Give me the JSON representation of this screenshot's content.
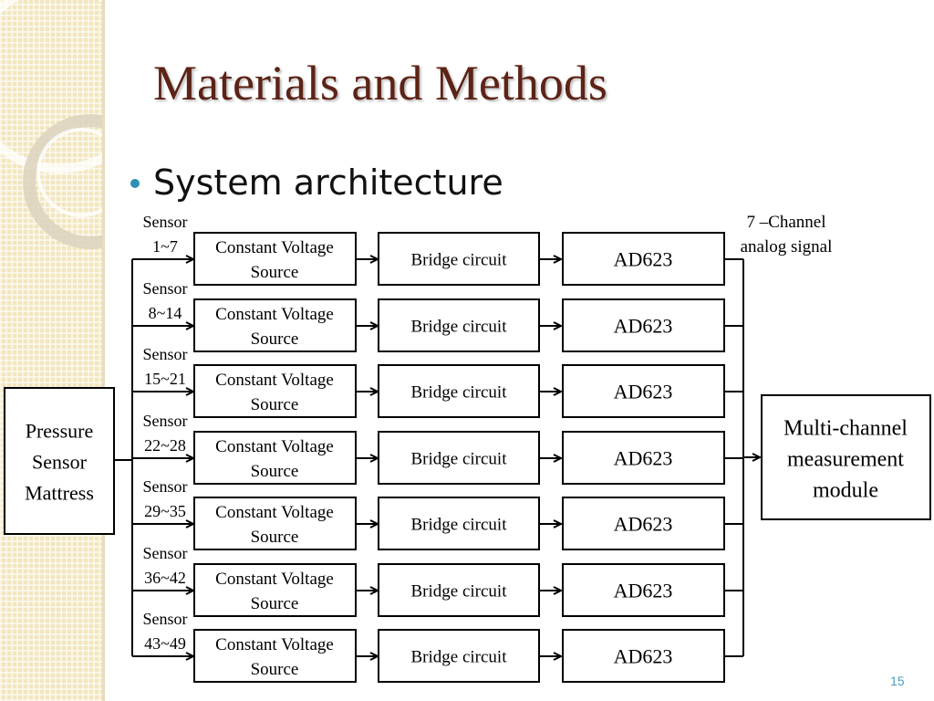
{
  "slide": {
    "title": "Materials and Methods",
    "bullet": "System architecture",
    "page_number": "15"
  },
  "diagram": {
    "source_box": [
      "Pressure",
      "Sensor",
      "Mattress"
    ],
    "sensor_labels": [
      [
        "Sensor",
        "1~7"
      ],
      [
        "Sensor",
        "8~14"
      ],
      [
        "Sensor",
        "15~21"
      ],
      [
        "Sensor",
        "22~28"
      ],
      [
        "Sensor",
        "29~35"
      ],
      [
        "Sensor",
        "36~42"
      ],
      [
        "Sensor",
        "43~49"
      ]
    ],
    "voltage_source_label": [
      "Constant Voltage",
      "Source"
    ],
    "bridge_label": "Bridge circuit",
    "amplifier_label": "AD623",
    "channel_note": [
      "7 –Channel",
      "analog signal"
    ],
    "output_box": [
      "Multi-channel",
      "measurement",
      "module"
    ]
  }
}
